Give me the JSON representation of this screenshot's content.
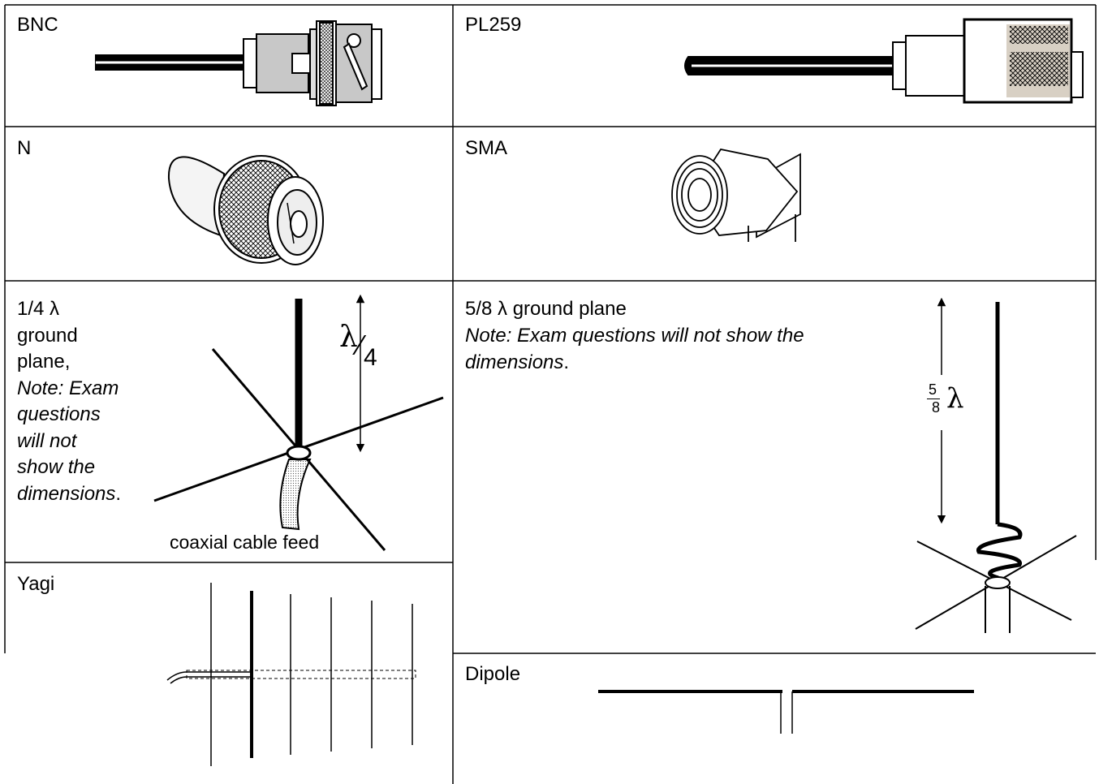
{
  "cells": {
    "bnc": {
      "label": "BNC"
    },
    "pl259": {
      "label": "PL259"
    },
    "n": {
      "label": "N"
    },
    "sma": {
      "label": "SMA"
    },
    "quarter_wave": {
      "label_line1": "1/4 λ",
      "label_line2": "ground",
      "label_line3": "plane,",
      "note_line1": "Note: Exam",
      "note_line2": "questions",
      "note_line3": "will not",
      "note_line4": "show the",
      "note_line5": "dimensions",
      "note_period": ".",
      "dimension_symbol": "λ",
      "dimension_slash": "⁄",
      "dimension_denominator": "4",
      "caption": "coaxial cable feed"
    },
    "five_eighths_wave": {
      "label": "5/8 λ ground plane",
      "note_line1": "Note: Exam questions will not show the",
      "note_line2": "dimensions",
      "note_period": ".",
      "dimension_numerator": "5",
      "dimension_denominator": "8",
      "dimension_symbol": "λ"
    },
    "yagi": {
      "label": "Yagi"
    },
    "dipole": {
      "label": "Dipole"
    }
  }
}
